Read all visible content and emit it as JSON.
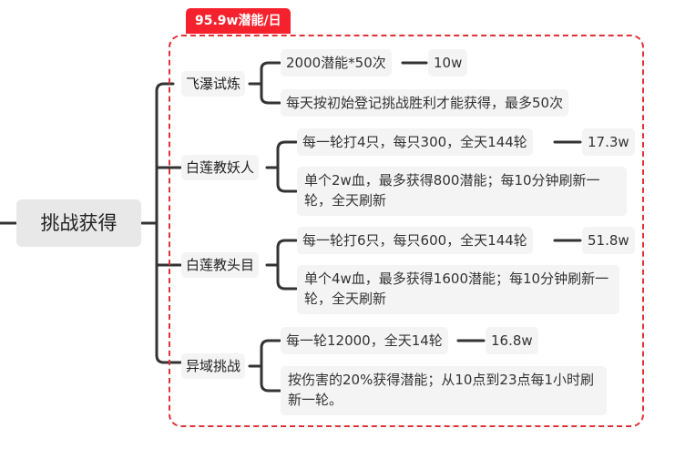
{
  "root": {
    "label": "挑战获得"
  },
  "group_tag": "95.9w潜能/日",
  "colors": {
    "accent": "#f5222d",
    "dashed_border": "#e03038",
    "line": "#333333",
    "node_bg": "#f4f4f4"
  },
  "branches": [
    {
      "label": "飞瀑试炼",
      "items": [
        {
          "text": "2000潜能*50次",
          "value": "10w"
        },
        {
          "text": "每天按初始登记挑战胜利才能获得，最多50次"
        }
      ]
    },
    {
      "label": "白莲教妖人",
      "items": [
        {
          "text": "每一轮打4只，每只300，全天144轮",
          "value": "17.3w"
        },
        {
          "text": "单个2w血，最多获得800潜能；每10分钟刷新一轮，全天刷新"
        }
      ]
    },
    {
      "label": "白莲教头目",
      "items": [
        {
          "text": "每一轮打6只，每只600，全天144轮",
          "value": "51.8w"
        },
        {
          "text": "单个4w血，最多获得1600潜能；每10分钟刷新一轮，全天刷新"
        }
      ]
    },
    {
      "label": "异域挑战",
      "items": [
        {
          "text": "每一轮12000，全天14轮",
          "value": "16.8w"
        },
        {
          "text": "按伤害的20%获得潜能；从10点到23点每1小时刷新一轮。"
        }
      ]
    }
  ]
}
